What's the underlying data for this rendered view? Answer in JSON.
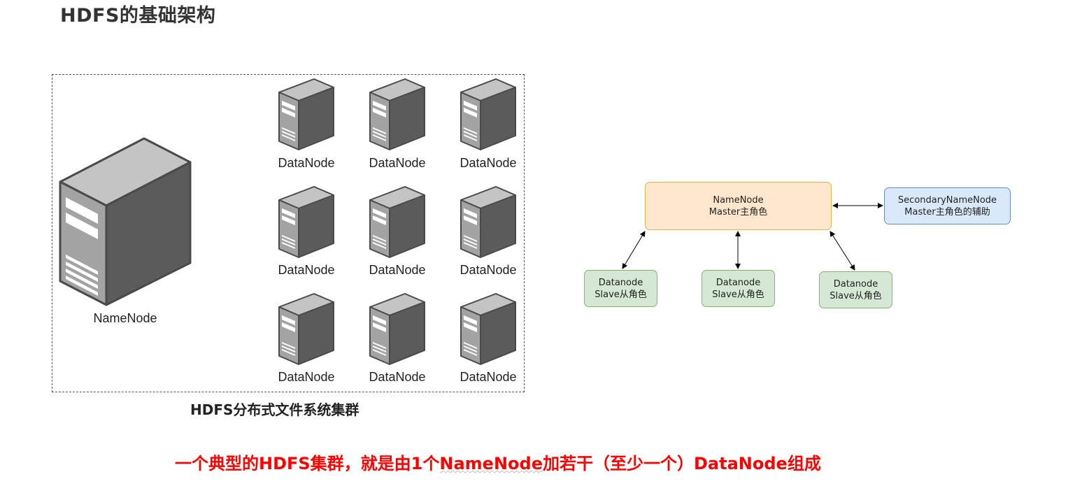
{
  "title": "HDFS的基础架构",
  "cluster": {
    "caption": "HDFS分布式文件系统集群",
    "namenode_label": "NameNode",
    "datanode_labels": [
      "DataNode",
      "DataNode",
      "DataNode",
      "DataNode",
      "DataNode",
      "DataNode",
      "DataNode",
      "DataNode",
      "DataNode"
    ]
  },
  "roles": {
    "master": {
      "line1": "NameNode",
      "line2": "Master主角色"
    },
    "secondary": {
      "line1": "SecondaryNameNode",
      "line2": "Master主角色的辅助"
    },
    "slaves": [
      {
        "line1": "Datanode",
        "line2": "Slave从角色"
      },
      {
        "line1": "Datanode",
        "line2": "Slave从角色"
      },
      {
        "line1": "Datanode",
        "line2": "Slave从角色"
      }
    ]
  },
  "summary": {
    "before": "一个典型的HDFS集群，就是由1个",
    "highlight": "NameNode",
    "after": "加若干（至少一个）DataNode组成"
  },
  "colors": {
    "master_fill": "#ffe6cc",
    "master_border": "#d6b656",
    "secondary_fill": "#dae8fc",
    "secondary_border": "#6c8ebf",
    "slave_fill": "#d5e8d4",
    "slave_border": "#82b366",
    "summary_text": "#ff0000"
  },
  "icons": {
    "server": "server-tower-icon"
  }
}
